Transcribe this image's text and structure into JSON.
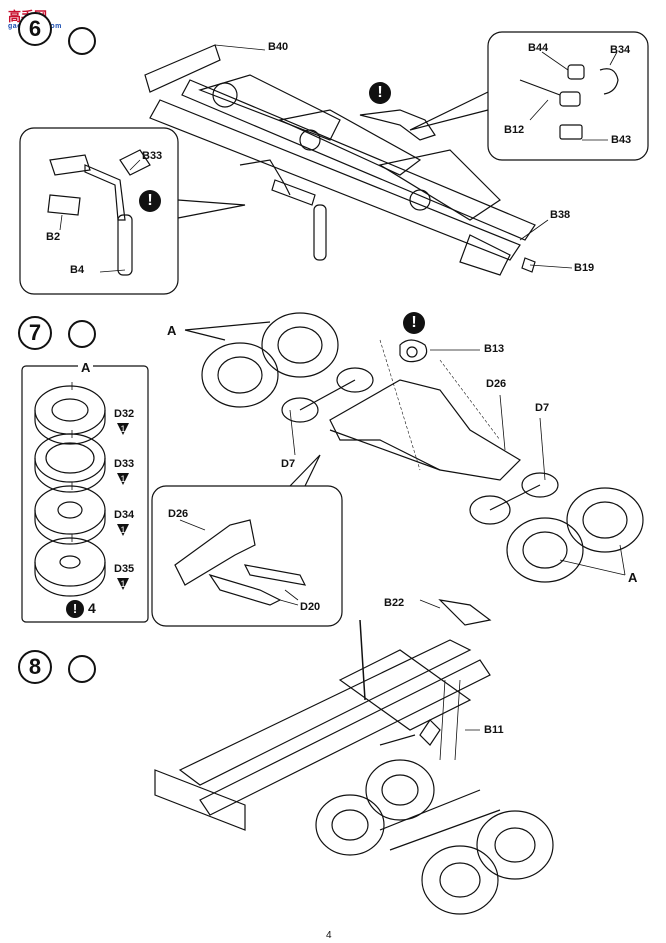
{
  "watermark": {
    "logo_text": "高手网",
    "site_text": "gao-shou.com"
  },
  "page_number": "4",
  "step6": {
    "number": "6",
    "labels": {
      "b40": "B40",
      "b44": "B44",
      "b34": "B34",
      "b12": "B12",
      "b43": "B43",
      "b33": "B33",
      "b2": "B2",
      "b4": "B4",
      "b38": "B38",
      "b19": "B19"
    }
  },
  "step7": {
    "number": "7",
    "labels": {
      "a1": "A",
      "a2": "A",
      "b13": "B13",
      "d26": "D26",
      "d7a": "D7",
      "d7b": "D7",
      "d26b": "D26",
      "d20": "D20"
    },
    "inset": {
      "title": "A",
      "parts": [
        "D32",
        "D33",
        "D34",
        "D35"
      ],
      "count": "4",
      "tag_number": "1"
    }
  },
  "step8": {
    "number": "8",
    "labels": {
      "b22": "B22",
      "b11": "B11"
    }
  }
}
